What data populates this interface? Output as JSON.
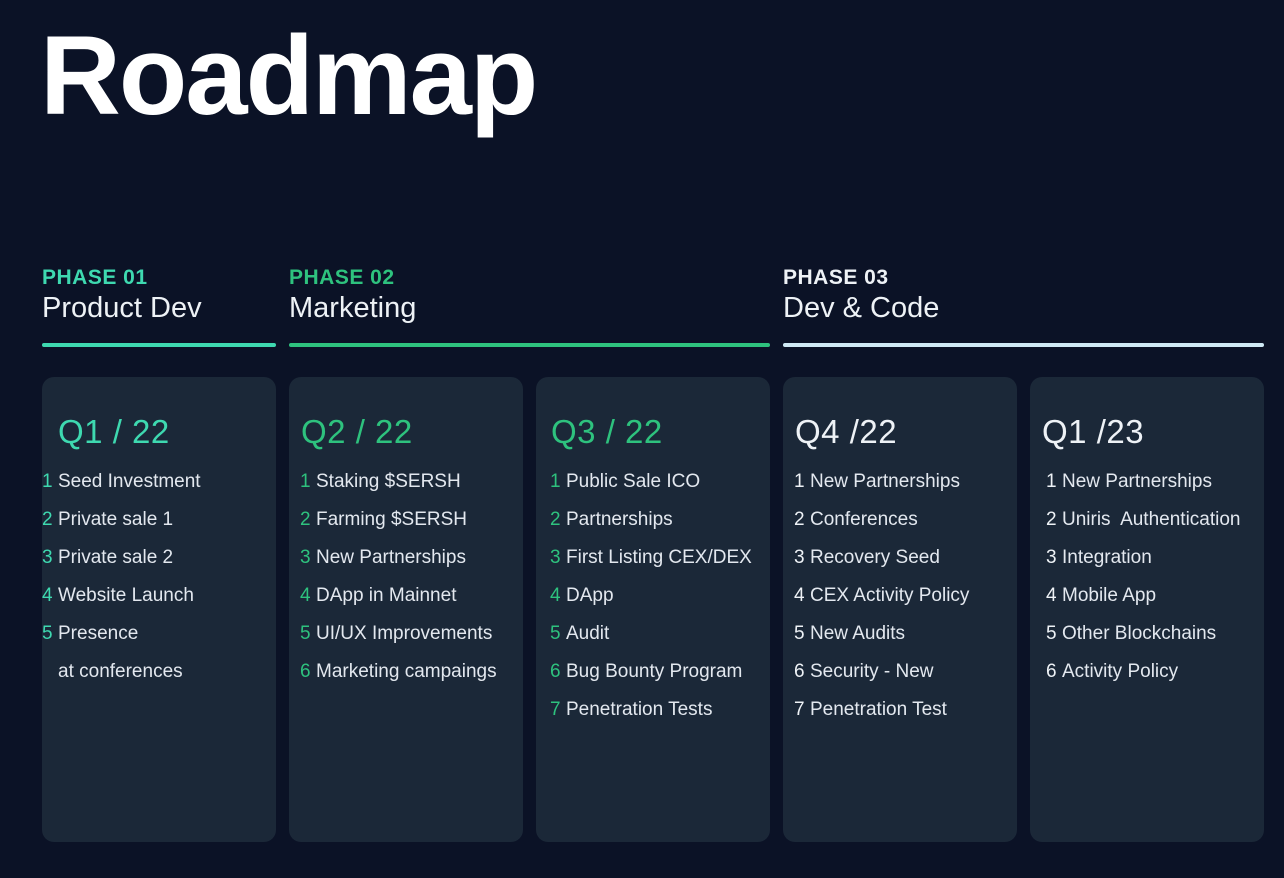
{
  "title": "Roadmap",
  "colors": {
    "background": "#0b1226",
    "card": "#1b2838",
    "accent_teal": "#3ed9b0",
    "accent_green": "#2ec27e",
    "accent_light": "#cfe9f5"
  },
  "phases": [
    {
      "number": "PHASE 01",
      "name": "Product Dev"
    },
    {
      "number": "PHASE 02",
      "name": "Marketing"
    },
    {
      "number": "PHASE 03",
      "name": "Dev & Code"
    }
  ],
  "quarters": [
    {
      "label": "Q1 / 22",
      "items": [
        {
          "n": "1",
          "text": "Seed Investment"
        },
        {
          "n": "2",
          "text": "Private sale 1"
        },
        {
          "n": "3",
          "text": "Private sale 2"
        },
        {
          "n": "4",
          "text": "Website Launch"
        },
        {
          "n": "5",
          "text": "Presence"
        },
        {
          "n": "",
          "text": "at conferences"
        }
      ]
    },
    {
      "label": "Q2 / 22",
      "items": [
        {
          "n": "1",
          "text": "Staking $SERSH"
        },
        {
          "n": "2",
          "text": "Farming $SERSH"
        },
        {
          "n": "3",
          "text": "New Partnerships"
        },
        {
          "n": "4",
          "text": "DApp in Mainnet"
        },
        {
          "n": "5",
          "text": "UI/UX Improvements"
        },
        {
          "n": "6",
          "text": "Marketing campaings"
        }
      ]
    },
    {
      "label": "Q3 / 22",
      "items": [
        {
          "n": "1",
          "text": "Public Sale ICO"
        },
        {
          "n": "2",
          "text": "Partnerships"
        },
        {
          "n": "3",
          "text": "First Listing CEX/DEX"
        },
        {
          "n": "4",
          "text": "DApp"
        },
        {
          "n": "5",
          "text": "Audit"
        },
        {
          "n": "6",
          "text": "Bug Bounty Program"
        },
        {
          "n": "7",
          "text": "Penetration Tests"
        }
      ]
    },
    {
      "label": "Q4 /22",
      "items": [
        {
          "n": "1",
          "text": "New Partnerships"
        },
        {
          "n": "2",
          "text": "Conferences"
        },
        {
          "n": "3",
          "text": "Recovery Seed"
        },
        {
          "n": "4",
          "text": "CEX Activity Policy"
        },
        {
          "n": "5",
          "text": "New Audits"
        },
        {
          "n": "6",
          "text": "Security - New"
        },
        {
          "n": "7",
          "text": "Penetration Test"
        }
      ]
    },
    {
      "label": "Q1 /23",
      "items": [
        {
          "n": "1",
          "text": "New Partnerships"
        },
        {
          "n": "2",
          "text": "Uniris  Authentication"
        },
        {
          "n": "3",
          "text": "Integration"
        },
        {
          "n": "4",
          "text": "Mobile App"
        },
        {
          "n": "5",
          "text": "Other Blockchains"
        },
        {
          "n": "6",
          "text": "Activity Policy"
        }
      ]
    }
  ]
}
